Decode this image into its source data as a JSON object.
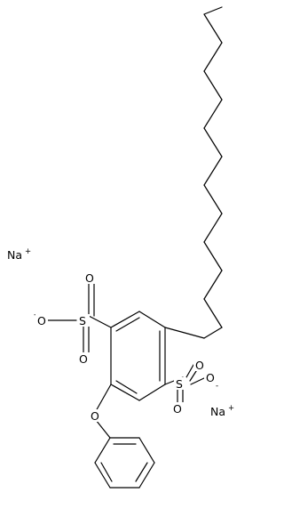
{
  "atoms": {
    "sodium_left": {
      "symbol": "Na",
      "charge": "+"
    },
    "sodium_right": {
      "symbol": "Na",
      "charge": "+"
    },
    "sulfonate_left": {
      "sulfur": "S",
      "oxygen_top": "O",
      "oxygen_bottom": "O",
      "oxygen_anion": "O",
      "anion_charge": "-"
    },
    "sulfonate_right": {
      "sulfur": "S",
      "oxygen_right": "O",
      "oxygen_bottom": "O",
      "oxygen_anion": "O",
      "anion_charge": "-"
    },
    "ether_oxygen": "O"
  },
  "colors": {
    "bond": "#000000",
    "background": "#ffffff"
  }
}
